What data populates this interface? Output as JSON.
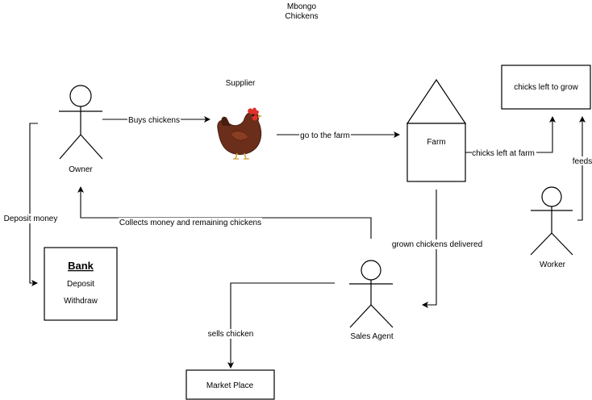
{
  "title": {
    "line1": "Mbongo",
    "line2": "Chickens"
  },
  "actors": {
    "owner": "Owner",
    "supplier": "Supplier",
    "sales_agent": "Sales Agent",
    "worker": "Worker"
  },
  "nodes": {
    "farm": "Farm",
    "chicks_box": "chicks left to grow",
    "bank_title": "Bank",
    "bank_line1": "Deposit",
    "bank_line2": "Withdraw",
    "market": "Market Place"
  },
  "edges": {
    "buys": "Buys chickens",
    "go_farm": "go to the farm",
    "chicks_left": "chicks left at farm",
    "feeds": "feeds",
    "deposit": "Deposit  money",
    "collects": "Collects money and remaining chickens",
    "grown": "grown chickens delivered",
    "sells": "sells chicken"
  },
  "colors": {
    "line": "#000000",
    "hen_body": "#6b2e1a",
    "hen_comb": "#e0302a",
    "hen_legs": "#d9a441"
  }
}
